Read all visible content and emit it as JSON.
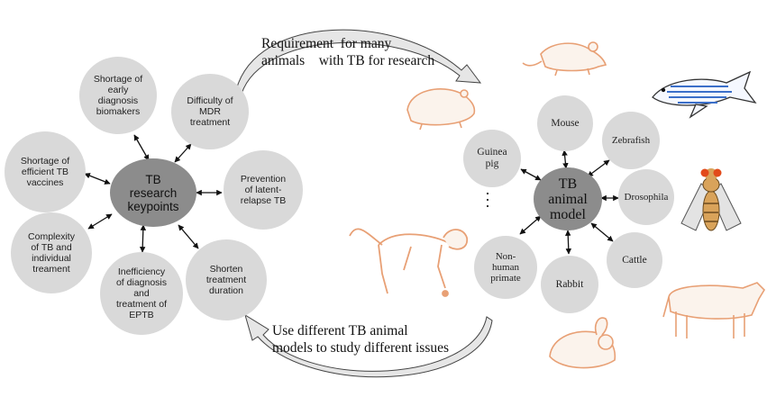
{
  "left_hub": {
    "label": "TB\nresearch\nkeypoints"
  },
  "left_nodes": [
    {
      "id": "biomarkers",
      "label": "Shortage of\nearly\ndiagnosis\nbiomakers"
    },
    {
      "id": "mdr",
      "label": "Difficulty of\nMDR\ntreatment"
    },
    {
      "id": "vaccines",
      "label": "Shortage of\nefficient TB\nvaccines"
    },
    {
      "id": "latent",
      "label": "Prevention\nof latent-\nrelapse TB"
    },
    {
      "id": "complexity",
      "label": "Complexity\nof TB and\nindividual\ntreament"
    },
    {
      "id": "eptb",
      "label": "Inefficiency\nof diagnosis\nand\ntreatment of\nEPTB"
    },
    {
      "id": "duration",
      "label": "Shorten\ntreatment\nduration"
    }
  ],
  "right_hub": {
    "label": "TB\nanimal\nmodel"
  },
  "right_nodes": [
    {
      "id": "mouse",
      "label": "Mouse"
    },
    {
      "id": "guinea-pig",
      "label": "Guinea\npig"
    },
    {
      "id": "zebrafish",
      "label": "Zebrafish"
    },
    {
      "id": "drosophila",
      "label": "Drosophila"
    },
    {
      "id": "cattle",
      "label": "Cattle"
    },
    {
      "id": "rabbit",
      "label": "Rabbit"
    },
    {
      "id": "primate",
      "label": "Non-\nhuman\nprimate"
    }
  ],
  "ellipsis": "·\n·\n·",
  "top_caption": "Requirement  for many\nanimals    with TB for research",
  "bottom_caption": "Use different TB animal\nmodels to study different issues",
  "icons": [
    "mouse-icon",
    "guinea-pig-icon",
    "zebrafish-icon",
    "drosophila-icon",
    "monkey-icon",
    "cattle-icon",
    "rabbit-icon",
    "arrow-icon"
  ],
  "colors": {
    "node_fill": "#d9d9d9",
    "hub_fill": "#8c8c8c",
    "animal_outline": "#e8a075",
    "fish_stripe": "#3b6fc9",
    "fly_eye": "#e24a1a"
  }
}
